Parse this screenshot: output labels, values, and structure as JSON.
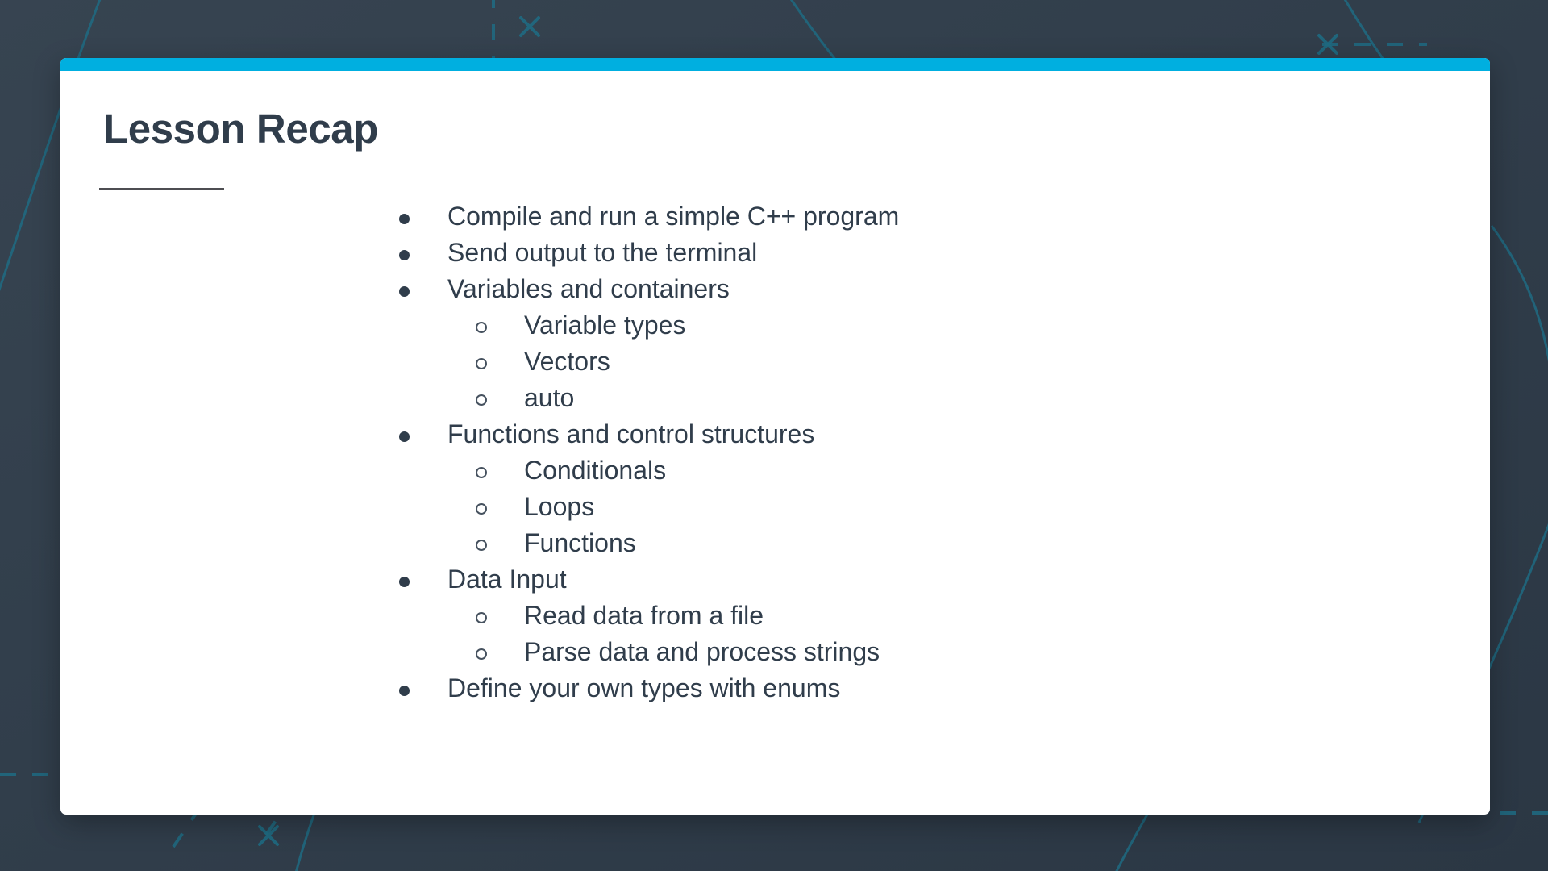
{
  "slide": {
    "title": "Lesson Recap",
    "accent_color": "#00afe0",
    "background_color": "#313e4b",
    "card_color": "#ffffff",
    "text_color": "#303d4b",
    "decor_line_color": "#1f6b82"
  },
  "bullets": [
    {
      "level": 1,
      "marker": "filled-disc-bullet",
      "text": "Compile and run a simple C++ program"
    },
    {
      "level": 1,
      "marker": "filled-disc-bullet",
      "text": "Send output to the terminal"
    },
    {
      "level": 1,
      "marker": "filled-disc-bullet",
      "text": "Variables and containers"
    },
    {
      "level": 2,
      "marker": "hollow-circle-bullet",
      "text": "Variable types"
    },
    {
      "level": 2,
      "marker": "hollow-circle-bullet",
      "text": "Vectors"
    },
    {
      "level": 2,
      "marker": "hollow-circle-bullet",
      "text": "auto"
    },
    {
      "level": 1,
      "marker": "filled-disc-bullet",
      "text": "Functions and control structures"
    },
    {
      "level": 2,
      "marker": "hollow-circle-bullet",
      "text": "Conditionals"
    },
    {
      "level": 2,
      "marker": "hollow-circle-bullet",
      "text": "Loops"
    },
    {
      "level": 2,
      "marker": "hollow-circle-bullet",
      "text": "Functions"
    },
    {
      "level": 1,
      "marker": "filled-disc-bullet",
      "text": "Data Input"
    },
    {
      "level": 2,
      "marker": "hollow-circle-bullet",
      "text": "Read data from a file"
    },
    {
      "level": 2,
      "marker": "hollow-circle-bullet",
      "text": "Parse data and process strings"
    },
    {
      "level": 1,
      "marker": "filled-disc-bullet",
      "text": "Define your own types with enums"
    }
  ]
}
